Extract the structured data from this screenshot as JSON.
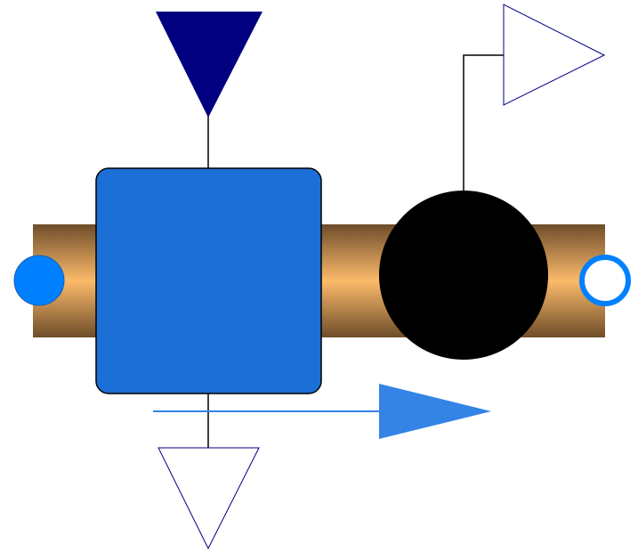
{
  "diagram": {
    "kind": "fluid-component-icon",
    "components": [
      {
        "id": "pipe",
        "label": "",
        "icon": "pipe-segment"
      },
      {
        "id": "block",
        "label": "",
        "icon": "rounded-square-block"
      },
      {
        "id": "sensor",
        "label": "",
        "icon": "black-circle-sensor"
      },
      {
        "id": "port_a",
        "label": "",
        "icon": "filled-fluid-port"
      },
      {
        "id": "port_b",
        "label": "",
        "icon": "hollow-fluid-port"
      },
      {
        "id": "input_signal",
        "label": "",
        "icon": "input-triangle"
      },
      {
        "id": "output_signal_bottom",
        "label": "",
        "icon": "output-triangle"
      },
      {
        "id": "output_signal_sensor",
        "label": "",
        "icon": "output-triangle"
      },
      {
        "id": "flow_direction",
        "label": "",
        "icon": "flow-arrow"
      }
    ],
    "colors": {
      "pipe_edge": "#6e4d2a",
      "pipe_mid": "#fcba6a",
      "block_fill": "#1c6fd6",
      "block_stroke": "#000000",
      "sensor_fill": "#000000",
      "port_a_fill": "#0080ff",
      "port_b_ring": "#0080ff",
      "port_b_fill": "#ffffff",
      "input_triangle": "#000080",
      "output_triangle_stroke": "#000080",
      "output_triangle_fill": "#ffffff",
      "flow_arrow": "#3384e5",
      "connector_line": "#000000"
    }
  }
}
